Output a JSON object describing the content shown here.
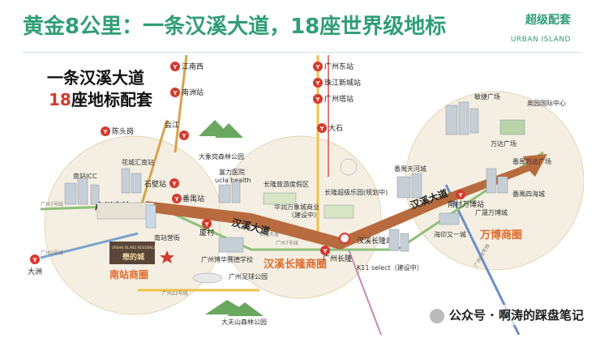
{
  "header": {
    "title": "黄金8公里：一条汉溪大道，18座世界级地标",
    "right_cn": "超级配套",
    "right_en": "URBAN ISLAND"
  },
  "map": {
    "big_title_line1": "一条汉溪大道",
    "big_title_line2_num": "18",
    "big_title_line2_text": "座地标配套",
    "zones": {
      "left": "南站商圈",
      "mid": "汉溪长隆商圈",
      "right": "万博商圈"
    },
    "road": "汉溪大道",
    "metro_badge": "Y",
    "stations": {
      "jiangnanxi": "江南西",
      "nanzhou": "南洲站",
      "guangzhoudong": "广州东站",
      "zhujiangxincheng": "珠江新城站",
      "guangzhouta": "广州塔站",
      "chentouzhou": "陈头岗",
      "huicheng": "会江",
      "dashi": "大石",
      "nanzhan": "广州南站",
      "shibi": "石壁站",
      "panyu": "番禺站",
      "hancun": "厦村",
      "chime": "广州长隆",
      "hanxi": "汉溪长隆站",
      "nancun": "南村万博站",
      "dazhou": "大洲"
    },
    "line_labels": {
      "line7_left": "广州7号线",
      "line2": "广州2号线",
      "line22": "广州22号线",
      "line7_mid": "广州7号线",
      "line18": "广州18号线"
    },
    "landmarks": {
      "nanzhan_icc": "南站ICC",
      "huachengxi": "花城汇南站",
      "nanzhan_yin": "南站营街",
      "daxiang": "大象岗森林公园",
      "fuli": "富力医院",
      "ucla": "ucla health",
      "chimelong_park": "长隆旅游度假区",
      "huarun_commerce": "华润万象城商业",
      "huarun_build": "（建设中）",
      "chimelong_super": "长隆超级乐园(规划中)",
      "changlong_rd": "长隆大道",
      "jixiang_school": "广州博华赛德学校",
      "stadium": "广州足球公园",
      "dafushan": "大夫山森林公园",
      "k11": "K11 select（建设中）",
      "panyutian": "番禺天河城",
      "minjie": "敏捷广场",
      "olympic": "奥园国际中心",
      "wanda": "万达广场",
      "panyu_wanda": "番禺万达广场",
      "panyu_sihai": "番禺四海城",
      "wanbo": "广晟万博城",
      "haiyin": "海印又一城",
      "urban_island_label": "URBAN ISLAND RESIDENCE",
      "urban_island_name": "懋的城"
    }
  },
  "watermark": {
    "text": "公众号 · 啊涛的踩盘笔记"
  }
}
